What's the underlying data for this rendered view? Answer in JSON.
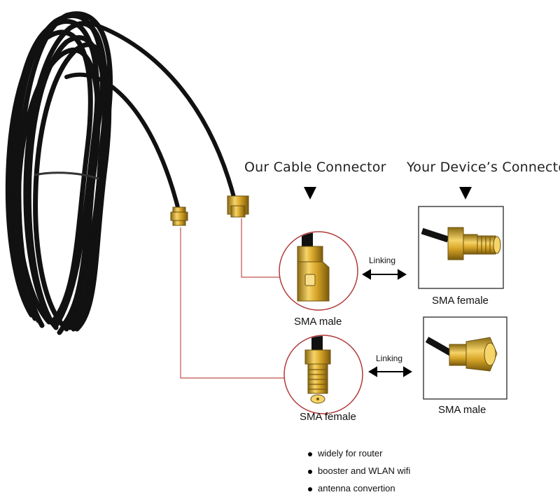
{
  "headings": {
    "our_cable": "Our Cable Connector",
    "your_device": "Your Device’s Connectors"
  },
  "connectors": {
    "cable_top": "SMA male",
    "cable_bottom": "SMA female",
    "device_top": "SMA female",
    "device_bottom": "SMA male"
  },
  "links": {
    "top": "Linking",
    "bottom": "Linking"
  },
  "features": [
    "widely for router",
    "booster and WLAN wifi",
    "antenna convertion"
  ],
  "colors": {
    "cable": "#111111",
    "connector_gold": "#d8a628",
    "leader_line": "#c0504d",
    "circle_border": "#b03a3a",
    "box_border": "#444444"
  }
}
